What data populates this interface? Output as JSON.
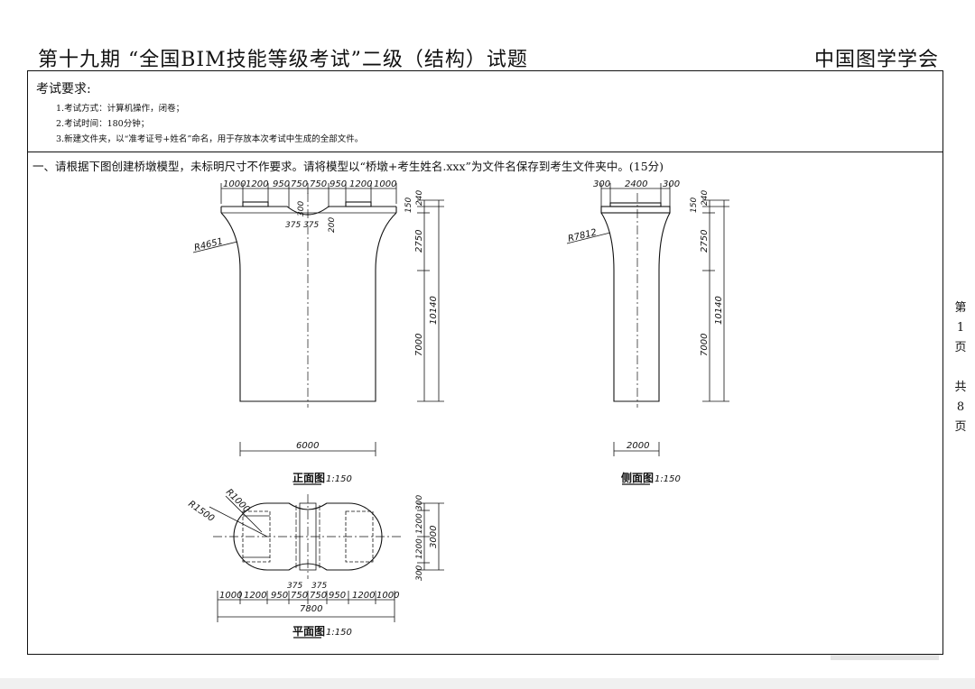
{
  "header": {
    "title": "第十九期 “全国BIM技能等级考试”二级（结构）试题",
    "organization": "中国图学学会"
  },
  "requirements": {
    "title": "考试要求:",
    "items": [
      "1.考试方式：计算机操作，闭卷；",
      "2.考试时间：180分钟；",
      "3.新建文件夹，以“准考证号+姓名”命名，用于存放本次考试中生成的全部文件。"
    ]
  },
  "question": {
    "text": "一、请根据下图创建桥墩模型，未标明尺寸不作要求。请将模型以“桥墩+考生姓名.xxx”为文件名保存到考生文件夹中。(15分)"
  },
  "page_info": {
    "chars": [
      "第",
      "1",
      "页",
      "共",
      "8",
      "页"
    ]
  },
  "drawings": {
    "front": {
      "caption": "正面图",
      "scale": "1:150",
      "radius": "R4651",
      "top_dims": [
        "1000",
        "1200",
        "950",
        "750",
        "750",
        "950",
        "1200",
        "1000"
      ],
      "width": "6000",
      "notch": [
        "375",
        "375"
      ],
      "notch_h": "300",
      "notch_w": "200",
      "right_dims": [
        "240",
        "150",
        "2750",
        "7000"
      ],
      "total_height": "10140"
    },
    "side": {
      "caption": "侧面图",
      "scale": "1:150",
      "radius": "R7812",
      "top_dims": [
        "300",
        "2400",
        "300"
      ],
      "width": "2000",
      "right_dims": [
        "240",
        "150",
        "2750",
        "7000"
      ],
      "total_height": "10140"
    },
    "plan": {
      "caption": "平面图",
      "scale": "1:150",
      "radii": [
        "R1500",
        "R1000"
      ],
      "right_dims": [
        "300",
        "1200",
        "1200",
        "300"
      ],
      "total_width": "3000",
      "bottom_dims": [
        "1000",
        "1200",
        "950",
        "750",
        "750",
        "950",
        "1200",
        "1000"
      ],
      "notch": [
        "375",
        "375"
      ],
      "total_length": "7800"
    }
  }
}
